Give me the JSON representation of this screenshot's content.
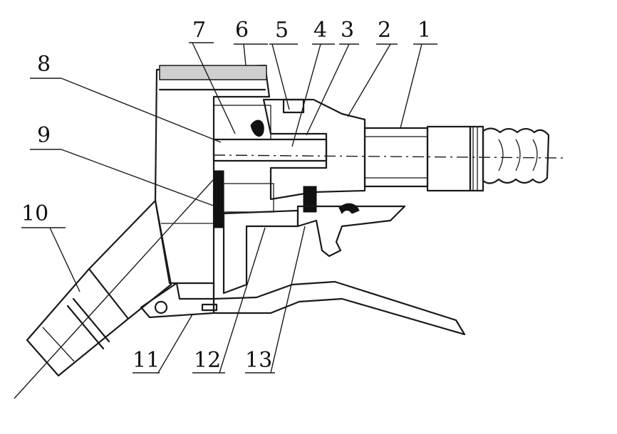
{
  "labels": {
    "l1": "1",
    "l2": "2",
    "l3": "3",
    "l4": "4",
    "l5": "5",
    "l6": "6",
    "l7": "7",
    "l8": "8",
    "l9": "9",
    "l10": "10",
    "l11": "11",
    "l12": "12",
    "l13": "13"
  },
  "colors": {
    "ink": "#1a1a1a",
    "background": "#ffffff"
  }
}
